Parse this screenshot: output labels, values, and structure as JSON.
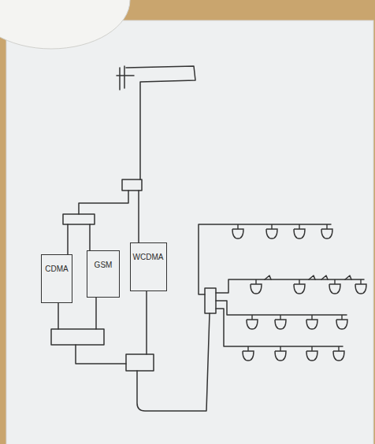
{
  "diagram": {
    "nodes": [
      {
        "text": [
          "CDMA"
        ]
      },
      {
        "text": [
          "GSM"
        ]
      },
      {
        "text": [
          "WCDMA"
        ]
      }
    ]
  }
}
